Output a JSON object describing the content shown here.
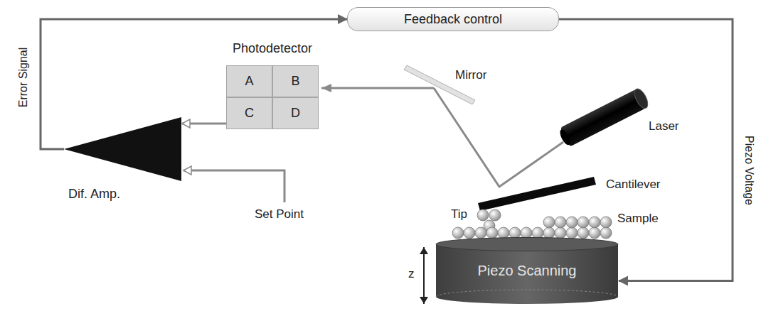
{
  "diagram": {
    "nodes": [
      {
        "text": [
          "Feedback control"
        ]
      },
      {
        "text": [
          "Photodetector"
        ]
      },
      {
        "text": [
          "A"
        ],
        "in": 1
      },
      {
        "text": [
          "B"
        ],
        "in": 1
      },
      {
        "text": [
          "C"
        ],
        "in": 1
      },
      {
        "text": [
          "D"
        ],
        "in": 1
      },
      {
        "text": [
          "Dif. Amp."
        ]
      },
      {
        "text": [
          "Piezo Scanning"
        ]
      }
    ],
    "edges": [
      {
        "from": 6,
        "to": 0,
        "arrow": "to",
        "label": "Error Signal"
      },
      {
        "from": 0,
        "to": 7,
        "arrow": "to",
        "label": "Piezo Voltage"
      },
      {
        "from": 4,
        "to": 6,
        "arrow": "to"
      }
    ],
    "labels": [
      "Mirror",
      "Laser",
      "Cantilever",
      "Tip",
      "Sample",
      "Set Point",
      "z"
    ]
  }
}
